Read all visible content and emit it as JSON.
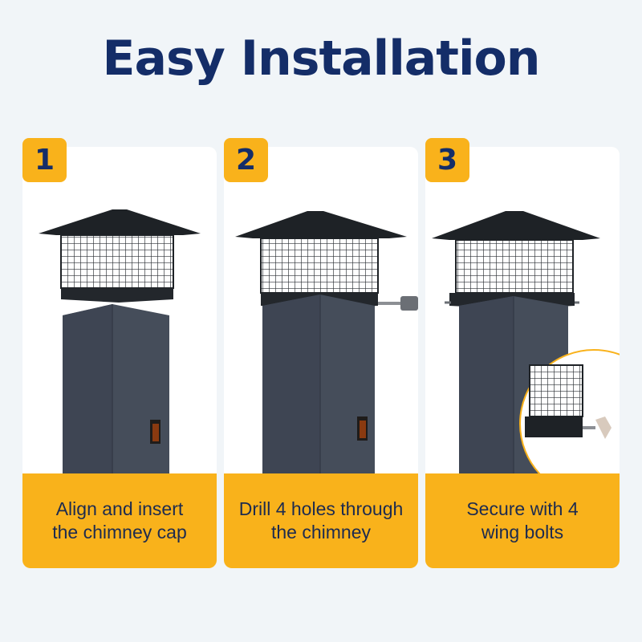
{
  "title": "Easy Installation",
  "colors": {
    "title": "#142d68",
    "accent": "#f9b21b",
    "chimney": "#454d5a",
    "cap": "#1e2226",
    "background": "#f1f5f8"
  },
  "steps": [
    {
      "number": "1",
      "text_line1": "Align and insert",
      "text_line2": "the chimney cap",
      "icon": "chimney-cap-lifted-icon"
    },
    {
      "number": "2",
      "text_line1": "Drill 4 holes through",
      "text_line2": "the chimney",
      "icon": "drill-icon"
    },
    {
      "number": "3",
      "text_line1": "Secure with 4",
      "text_line2": "wing bolts",
      "icon": "wing-bolt-icon"
    }
  ]
}
